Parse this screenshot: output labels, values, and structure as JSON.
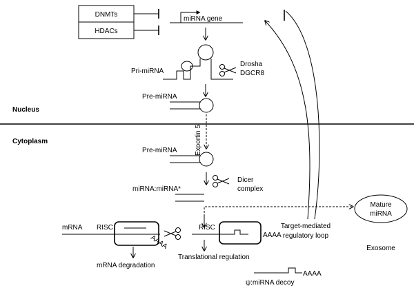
{
  "regions": {
    "nucleus": "Nucleus",
    "cytoplasm": "Cytoplasm"
  },
  "inhibitors": {
    "dnmts": "DNMTs",
    "hdacs": "HDACs"
  },
  "gene": "miRNA gene",
  "transcripts": {
    "pri_mirna": "Pri-miRNA",
    "pre_mirna_nucleus": "Pre-miRNA",
    "pre_mirna_cytoplasm": "Pre-miRNA",
    "duplex": "miRNA:miRNA*"
  },
  "enzymes": {
    "drosha": "Drosha",
    "dgcr8": "DGCR8",
    "exportin": "Exportin 5",
    "dicer": "Dicer",
    "dicer_complex": "complex"
  },
  "risc": {
    "mrna": "mRNA",
    "risc_left": "RISC",
    "risc_right": "RISC",
    "polya_left": "AAAA",
    "polya_right": "AAAA",
    "degradation": "mRNA degradation",
    "translational": "Translational regulation"
  },
  "loop": {
    "line1": "Target-mediated",
    "line2": "regulatory loop"
  },
  "exosome": {
    "mature_line1": "Mature",
    "mature_line2": "miRNA",
    "label": "Exosome"
  },
  "decoy": {
    "polya": "AAAA",
    "label": "ψ:miRNA decoy"
  }
}
